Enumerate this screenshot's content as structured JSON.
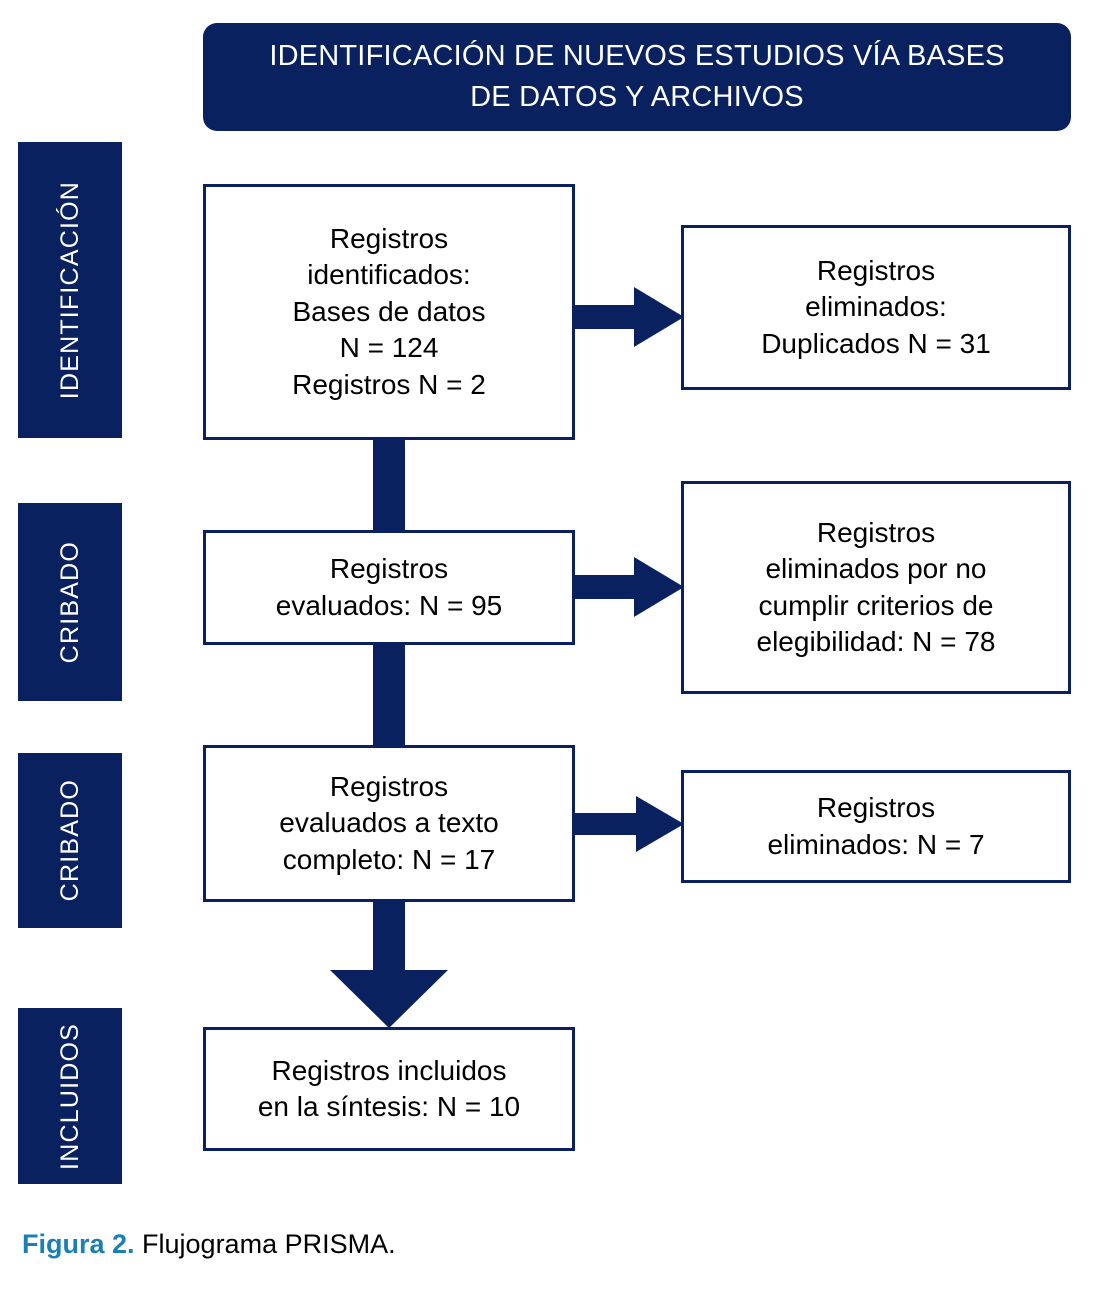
{
  "header": {
    "title": "IDENTIFICACIÓN DE NUEVOS ESTUDIOS VÍA BASES\nDE DATOS Y ARCHIVOS"
  },
  "stages": [
    {
      "id": "identificacion",
      "label": "IDENTIFICACIÓN"
    },
    {
      "id": "cribado-1",
      "label": "CRIBADO"
    },
    {
      "id": "cribado-2",
      "label": "CRIBADO"
    },
    {
      "id": "incluidos",
      "label": "INCLUIDOS"
    }
  ],
  "boxes": {
    "identificados": "Registros\nidentificados:\nBases de datos\nN = 124\nRegistros N = 2",
    "duplicados": "Registros\neliminados:\nDuplicados N = 31",
    "evaluados": "Registros\nevaluados: N = 95",
    "no_elegibles": "Registros\neliminados por no\ncumplir criterios de\nelegibilidad: N = 78",
    "texto_completo": "Registros\nevaluados a texto\ncompleto: N = 17",
    "eliminados_7": "Registros\neliminados: N = 7",
    "incluidos": "Registros incluidos\nen la síntesis: N = 10"
  },
  "caption": {
    "label": "Figura 2.",
    "text": " Flujograma PRISMA."
  },
  "colors": {
    "navy": "#0a2160",
    "accent": "#1b7fb5",
    "box_border": "#0a2160",
    "background": "#ffffff",
    "text": "#000000"
  },
  "flow_data": {
    "type": "diagram",
    "nodes": [
      {
        "id": "identificados",
        "stage": "IDENTIFICACIÓN",
        "n_bases_de_datos": 124,
        "n_registros": 2
      },
      {
        "id": "duplicados",
        "stage": "IDENTIFICACIÓN",
        "n": 31
      },
      {
        "id": "evaluados",
        "stage": "CRIBADO",
        "n": 95
      },
      {
        "id": "no_elegibles",
        "stage": "CRIBADO",
        "n": 78
      },
      {
        "id": "texto_completo",
        "stage": "CRIBADO",
        "n": 17
      },
      {
        "id": "eliminados_7",
        "stage": "CRIBADO",
        "n": 7
      },
      {
        "id": "incluidos",
        "stage": "INCLUIDOS",
        "n": 10
      }
    ],
    "edges": [
      {
        "from": "identificados",
        "to": "duplicados",
        "direction": "right"
      },
      {
        "from": "identificados",
        "to": "evaluados",
        "direction": "down"
      },
      {
        "from": "evaluados",
        "to": "no_elegibles",
        "direction": "right"
      },
      {
        "from": "evaluados",
        "to": "texto_completo",
        "direction": "down"
      },
      {
        "from": "texto_completo",
        "to": "eliminados_7",
        "direction": "right"
      },
      {
        "from": "texto_completo",
        "to": "incluidos",
        "direction": "down"
      }
    ]
  }
}
